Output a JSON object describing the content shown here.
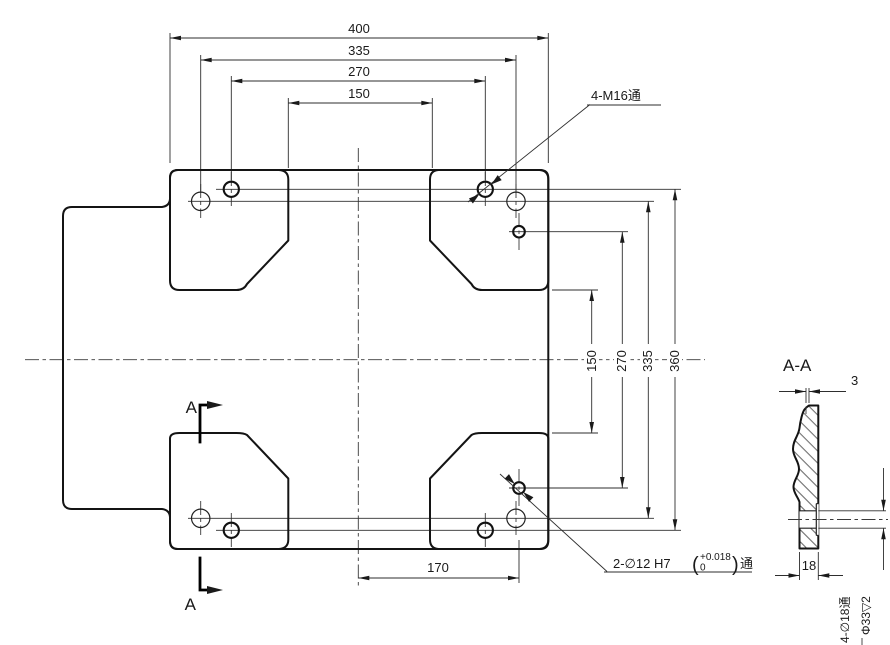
{
  "drawing": {
    "background": "#ffffff",
    "line_color": "#1a1a1a",
    "main_view": {
      "dims_top": [
        "400",
        "335",
        "270",
        "150"
      ],
      "dims_right": [
        "150",
        "270",
        "335",
        "360"
      ],
      "dim_bottom": "170",
      "label_m16": "4-M16通",
      "label_d12": {
        "prefix": "2-∅12 H7",
        "paren_open": "(",
        "tol_upper": "+0.018",
        "tol_lower": "0",
        "paren_close": ")",
        "suffix": "通"
      },
      "section_letter_top": "A",
      "section_letter_bottom": "A"
    },
    "section_view": {
      "title": "A-A",
      "dim_step": "3",
      "dim_thickness": "18",
      "callout_hole": "4-∅18通",
      "callout_counterbore": "Φ33▽2"
    }
  }
}
